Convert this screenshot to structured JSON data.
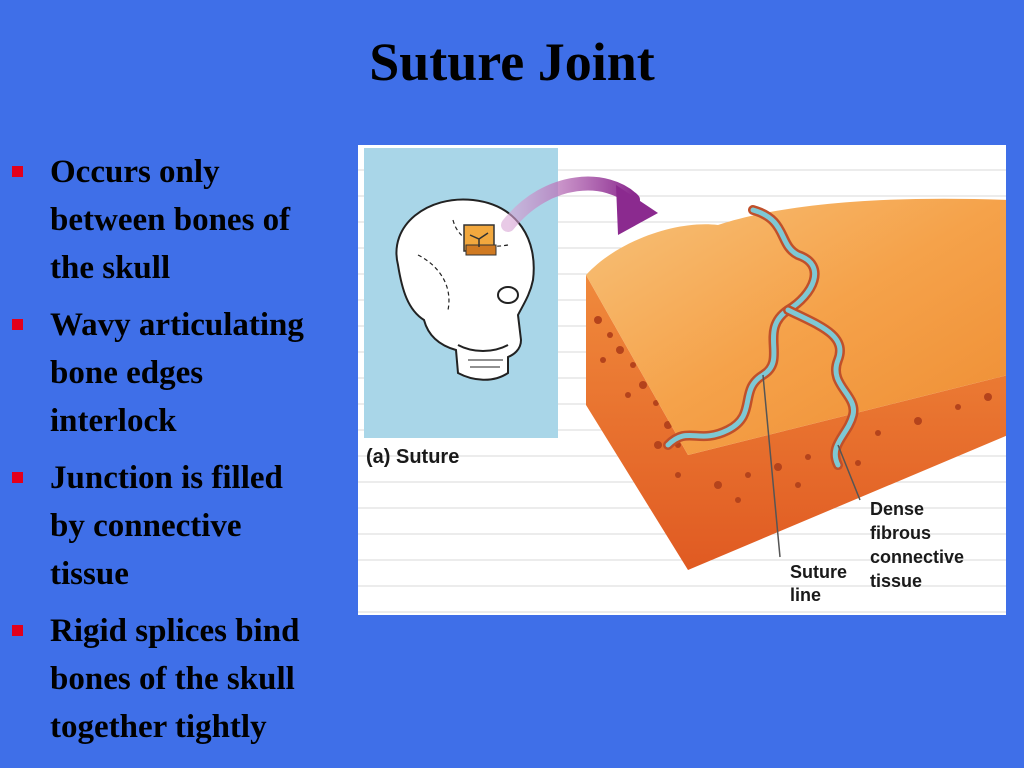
{
  "slide": {
    "title": "Suture Joint",
    "bullets": [
      {
        "line1": "Occurs only",
        "line2": "between bones of",
        "line3": "the skull"
      },
      {
        "line1": "Wavy articulating",
        "line2": "bone edges",
        "line3": "interlock"
      },
      {
        "line1": "Junction is filled",
        "line2": "by connective",
        "line3": "tissue"
      },
      {
        "line1": "Rigid splices bind",
        "line2": "bones of the skull",
        "line3": "together tightly"
      }
    ],
    "bullet_color": "#e3001b",
    "background_color": "#3f6fe8"
  },
  "figure": {
    "caption": "(a) Suture",
    "label_suture_line": {
      "line1": "Suture",
      "line2": "line"
    },
    "label_dense_tissue": {
      "line1": "Dense",
      "line2": "fibrous",
      "line3": "connective",
      "line4": "tissue"
    },
    "panel_color": "#a9d6e8",
    "bone_color": "#f2a24c",
    "tissue_color": "#7ec8d4",
    "arrow_color": "#8b2a8f"
  }
}
